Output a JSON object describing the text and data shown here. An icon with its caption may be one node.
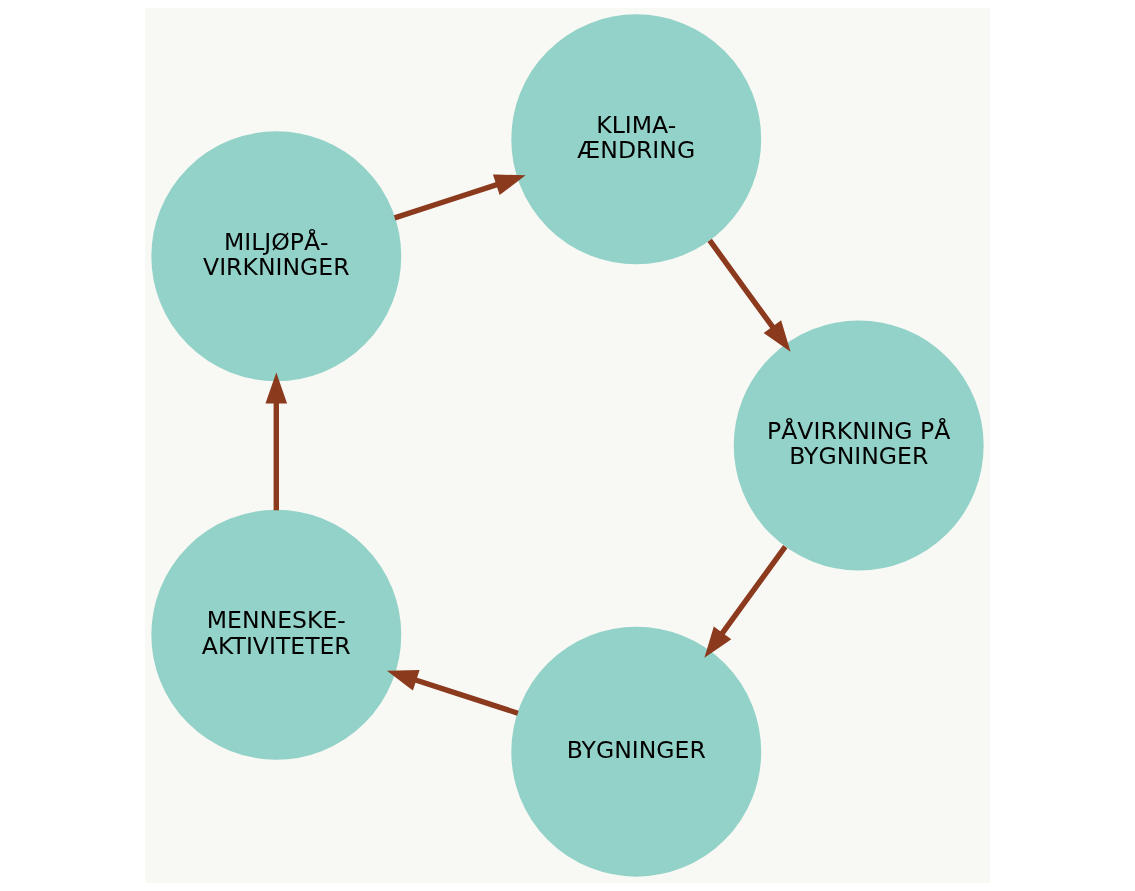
{
  "diagram": {
    "nodes": [
      {
        "text": [
          "BYGNINGER"
        ]
      },
      {
        "text": [
          "MENNESKE- AKTIVITETER"
        ]
      },
      {
        "text": [
          "MILJØPÅ- VIRKNINGER"
        ]
      },
      {
        "text": [
          "KLIMA- ÆNDRING"
        ]
      },
      {
        "text": [
          "PÅVIRKNING PÅ BYGNINGER"
        ]
      }
    ],
    "edges": [
      {
        "from": 0,
        "to": 1,
        "arrow": "to"
      },
      {
        "from": 1,
        "to": 2,
        "arrow": "to"
      },
      {
        "from": 2,
        "to": 3,
        "arrow": "to"
      },
      {
        "from": 3,
        "to": 4,
        "arrow": "to"
      },
      {
        "from": 4,
        "to": 0,
        "arrow": "to"
      }
    ]
  }
}
